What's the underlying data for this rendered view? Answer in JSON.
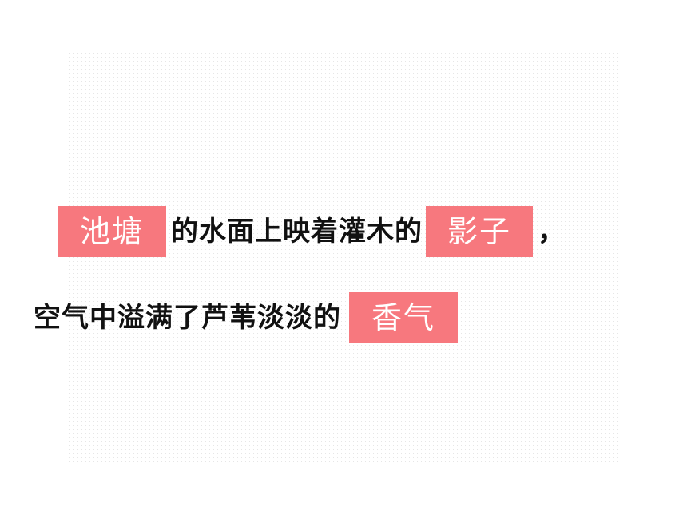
{
  "sentence_1": {
    "blank_1": "池塘",
    "text_1": "的水面上映着灌木的",
    "blank_2": "影子",
    "punctuation": "，"
  },
  "sentence_2": {
    "text_1": "空气中溢满了芦苇淡淡的",
    "blank_1": "香气"
  },
  "colors": {
    "answer_box": "#f7787e",
    "answer_text": "#ffffff",
    "body_text": "#111111"
  }
}
